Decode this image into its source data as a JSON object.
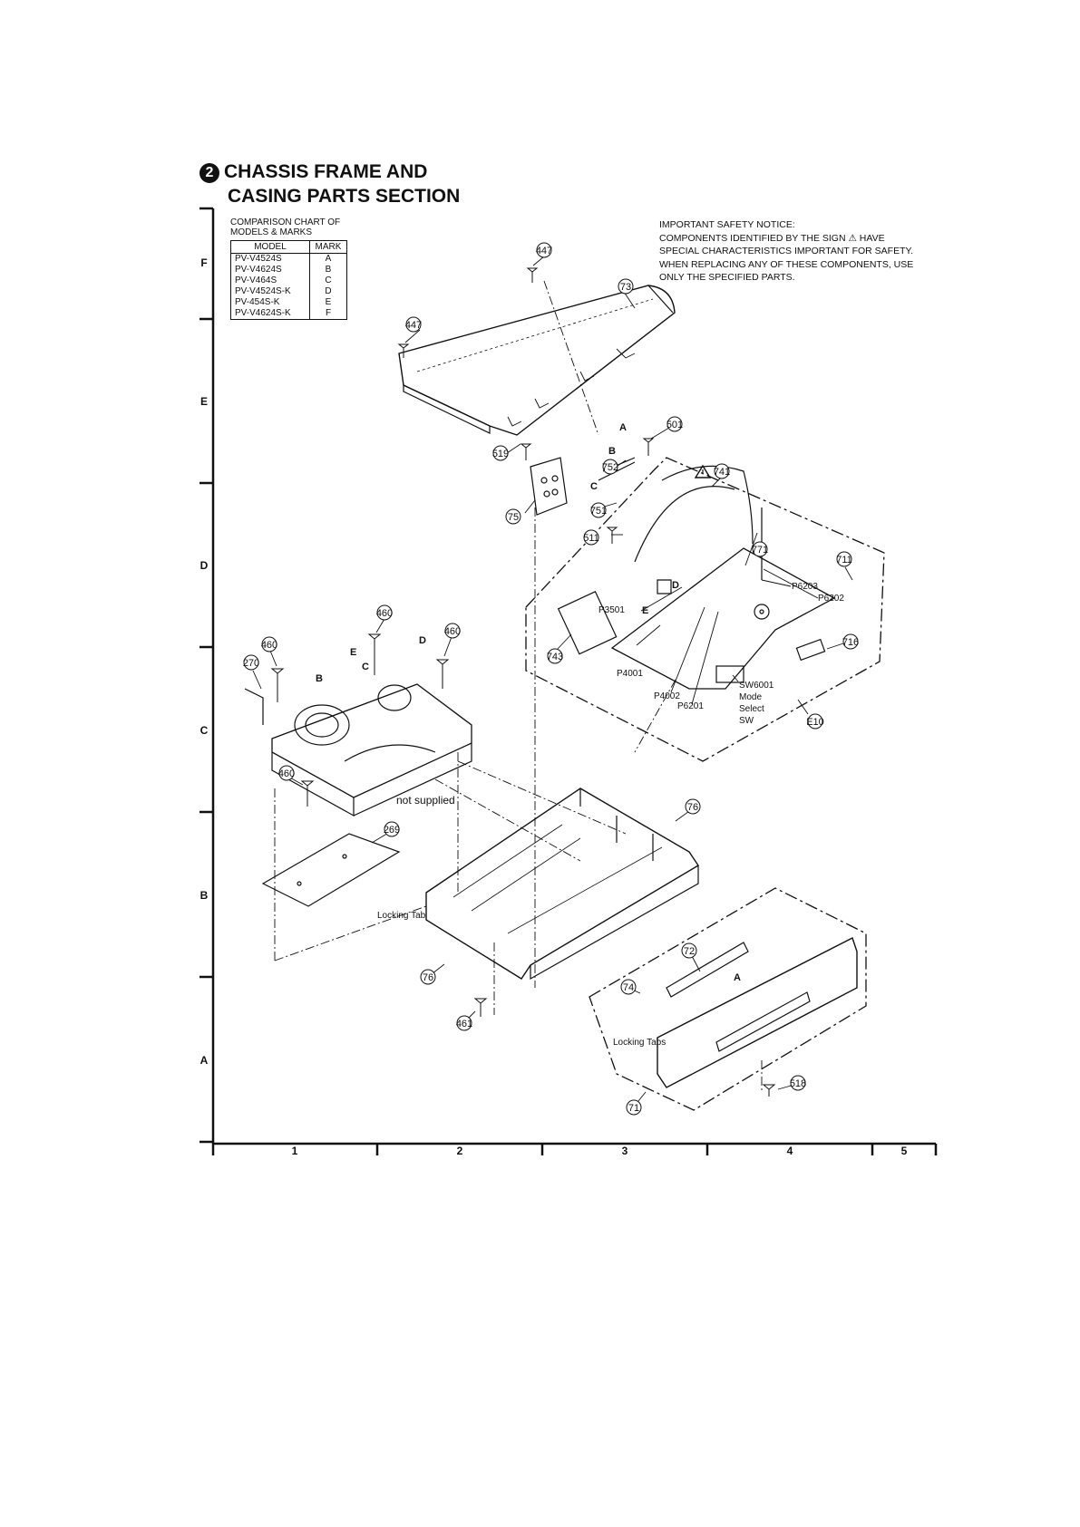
{
  "title": {
    "badge": "2",
    "line1": "CHASSIS FRAME AND",
    "line2": "CASING PARTS SECTION"
  },
  "comparison": {
    "heading1": "COMPARISON CHART OF",
    "heading2": "MODELS & MARKS",
    "columns": [
      "MODEL",
      "MARK"
    ],
    "rows": [
      [
        "PV-V4524S",
        "A"
      ],
      [
        "PV-V4624S",
        "B"
      ],
      [
        "PV-V464S",
        "C"
      ],
      [
        "PV-V4524S-K",
        "D"
      ],
      [
        "PV-454S-K",
        "E"
      ],
      [
        "PV-V4624S-K",
        "F"
      ]
    ]
  },
  "safety_notice": {
    "line1": "IMPORTANT SAFETY NOTICE:",
    "line2": "COMPONENTS IDENTIFIED BY THE SIGN ⚠ HAVE",
    "line3": "SPECIAL CHARACTERISTICS IMPORTANT FOR SAFETY.",
    "line4": "WHEN REPLACING ANY OF THESE COMPONENTS, USE",
    "line5": "ONLY THE SPECIFIED PARTS."
  },
  "grid": {
    "rows": [
      "F",
      "E",
      "D",
      "C",
      "B",
      "A"
    ],
    "columns": [
      "1",
      "2",
      "3",
      "4",
      "5"
    ]
  },
  "parts": {
    "p447a": "447",
    "p447b": "447",
    "p73": "73",
    "p519a": "519",
    "p75": "75",
    "p501": "501",
    "p752": "752",
    "p741": "741",
    "p751": "751",
    "p511": "511",
    "p771": "771",
    "p711": "711",
    "p743": "743",
    "p716": "716",
    "pE10": "E10",
    "p460a": "460",
    "p460b": "460",
    "p460c": "460",
    "p460d": "460",
    "p270": "270",
    "p269": "269",
    "p76a": "76",
    "p76b": "76",
    "p461": "461",
    "p72": "72",
    "p74": "74",
    "p71": "71",
    "p518": "518"
  },
  "labels": {
    "a1": "A",
    "b1": "B",
    "c1": "C",
    "d1": "D",
    "e1": "E",
    "b2": "B",
    "c2": "C",
    "d2": "D",
    "e2": "E",
    "a2": "A",
    "p3501": "P3501",
    "p4001": "P4001",
    "p4002": "P4002",
    "p6201": "P6201",
    "p6202": "P6202",
    "p6203": "P6203",
    "sw1": "SW6001",
    "sw2": "Mode",
    "sw3": "Select",
    "sw4": "SW",
    "not_supplied": "not supplied",
    "locking_tab": "Locking Tab",
    "locking_tabs": "Locking Tabs"
  }
}
